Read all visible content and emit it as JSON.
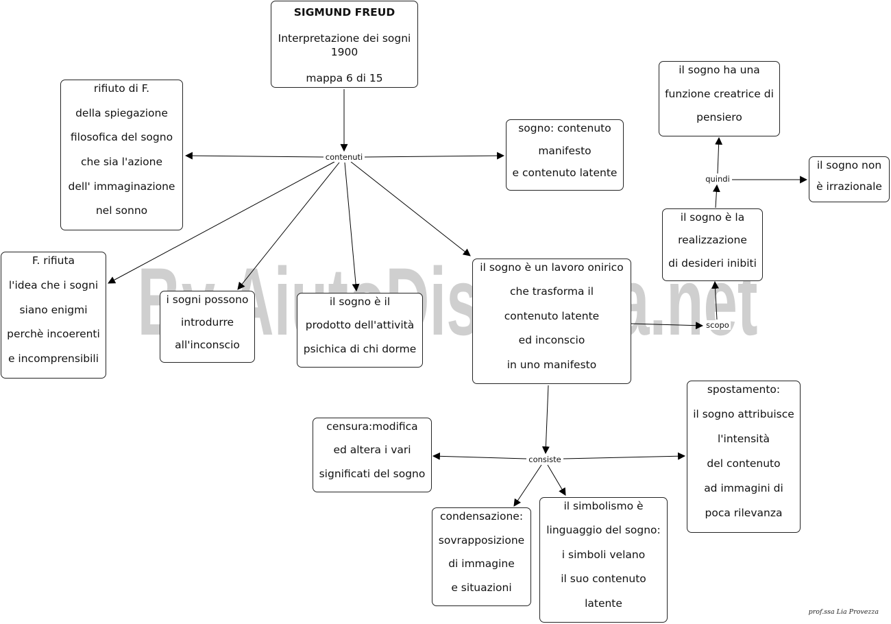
{
  "map": {
    "root": {
      "title": "SIGMUND  FREUD",
      "subtitle_lines": [
        "Interpretazione dei sogni",
        "1900"
      ],
      "footer": "mappa 6 di 15"
    },
    "linking_words": {
      "contenuti": "contenuti",
      "quindi": "quindi",
      "scopo": "scopo",
      "consiste": "consiste"
    },
    "concepts": {
      "rifiuto": [
        "rifiuto di F.",
        "della spiegazione",
        "filosofica del sogno",
        "che sia l'azione",
        "dell' immaginazione",
        "nel sonno"
      ],
      "contenuto_manifesto": [
        "sogno: contenuto",
        "manifesto",
        "e contenuto latente"
      ],
      "funzione_creatrice": [
        "il sogno ha una",
        "funzione creatrice di",
        "pensiero"
      ],
      "non_irrazionale": [
        "il sogno non",
        "è irrazionale"
      ],
      "realizzazione": [
        "il sogno è la",
        "realizzazione",
        "di desideri inibiti"
      ],
      "enigmi": [
        "F. rifiuta",
        "l'idea che i sogni",
        "siano enigmi",
        "perchè incoerenti",
        "e incomprensibili"
      ],
      "inconscio": [
        "i sogni possono",
        "introdurre",
        "all'inconscio"
      ],
      "prodotto": [
        "il sogno è il",
        "prodotto dell'attività",
        "psichica di chi dorme"
      ],
      "lavoro_onirico": [
        "il sogno è un lavoro onirico",
        "che trasforma il",
        "contenuto latente",
        "ed inconscio",
        "in uno manifesto"
      ],
      "censura": [
        "censura:modifica",
        "ed altera i vari",
        "significati del sogno"
      ],
      "spostamento": [
        "spostamento:",
        "il sogno attribuisce",
        "l'intensità",
        "del contenuto",
        "ad immagini di",
        "poca rilevanza"
      ],
      "condensazione": [
        "condensazione:",
        "sovrapposizione",
        "di immagine",
        "e situazioni"
      ],
      "simbolismo": [
        "il simbolismo è",
        "linguaggio del sogno:",
        "i simboli velano",
        "il suo contenuto",
        "latente"
      ]
    },
    "watermark": "By AiutoDislessia.net",
    "signature": "prof.ssa Lia Provezza",
    "colors": {
      "watermark": "#cfcfcf",
      "border": "#222222",
      "line": "#000000"
    }
  }
}
